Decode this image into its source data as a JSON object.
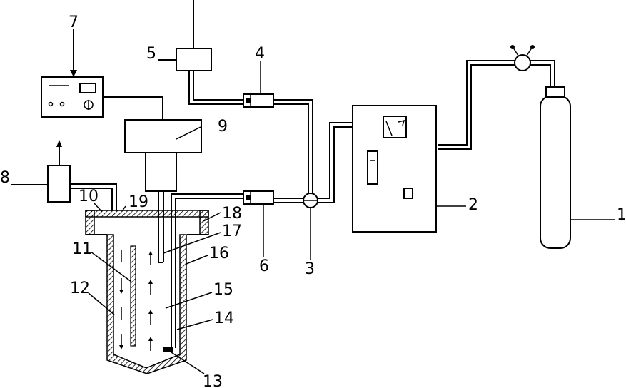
{
  "labels": {
    "n1": "1",
    "n2": "2",
    "n3": "3",
    "n4": "4",
    "n5": "5",
    "n6": "6",
    "n7": "7",
    "n8": "8",
    "n9": "9",
    "n10": "10",
    "n11": "11",
    "n12": "12",
    "n13": "13",
    "n14": "14",
    "n15": "15",
    "n16": "16",
    "n17": "17",
    "n18": "18",
    "n19": "19"
  },
  "colors": {
    "ink": "#000000",
    "background": "#ffffff"
  }
}
